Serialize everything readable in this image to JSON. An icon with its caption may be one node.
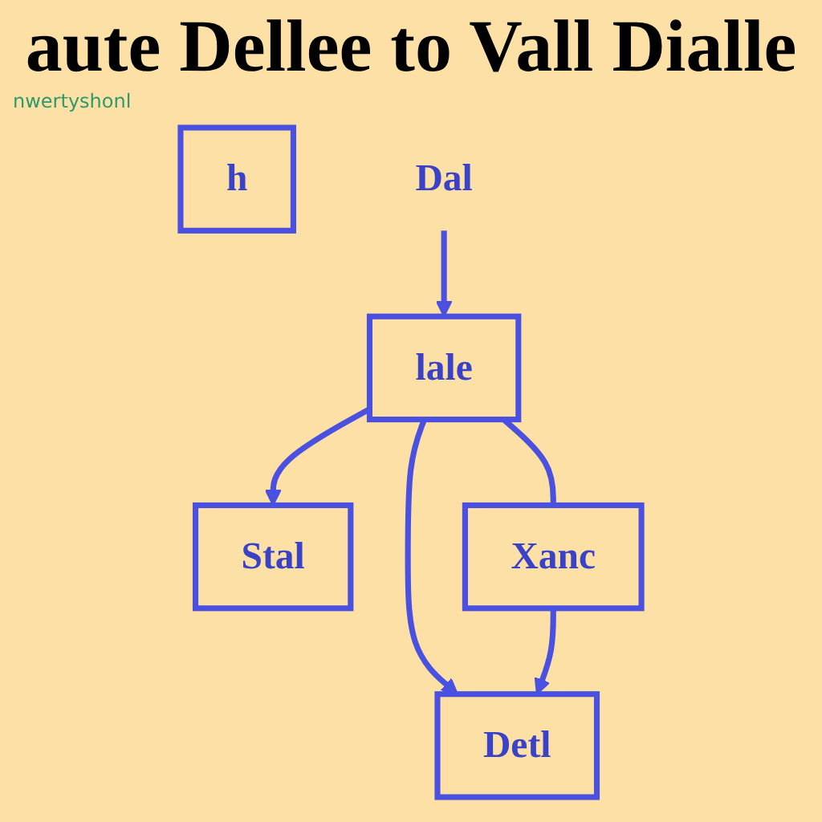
{
  "diagram": {
    "title": "aute Dellee to Vall Dialle",
    "nodes": [
      {
        "text": [
          "h"
        ]
      },
      {
        "text": [
          "lale"
        ]
      },
      {
        "text": [
          "Dal"
        ]
      },
      {
        "text": [
          "Detl"
        ]
      },
      {
        "text": [
          "Stal"
        ]
      },
      {
        "text": [
          "Xanc"
        ]
      }
    ],
    "edges": [
      {
        "from": 2,
        "to": 1,
        "arrow": "to"
      },
      {
        "from": 1,
        "to": 3,
        "arrow": "to"
      },
      {
        "from": 1,
        "to": 4,
        "arrow": "to"
      },
      {
        "from": 1,
        "to": 5,
        "arrow": "none"
      },
      {
        "from": 5,
        "to": 3,
        "arrow": "to"
      }
    ],
    "labels": [
      "nwertyshonl"
    ]
  }
}
